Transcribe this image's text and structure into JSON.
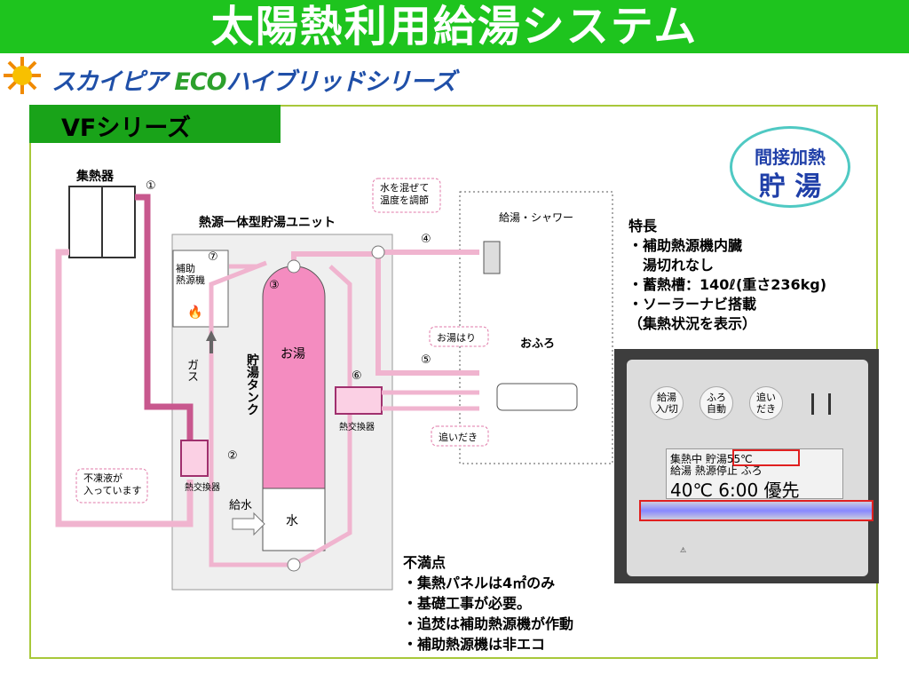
{
  "header": {
    "title": "太陽熱利用給湯システム",
    "logo_brand": "スカイピア",
    "logo_eco": "ECO",
    "logo_series": "ハイブリッドシリーズ"
  },
  "section": {
    "label": "VFシリーズ"
  },
  "badge": {
    "line1": "間接加熱",
    "line2": "貯 湯"
  },
  "diagram": {
    "collector": "集熱器",
    "unit": "熱源一体型貯湯ユニット",
    "aux": "補助\n熱源機",
    "gas": "ガス",
    "tank": "貯湯タンク",
    "hot": "お湯",
    "water": "水",
    "supply": "給水",
    "hx1": "熱交換器",
    "hx2": "熱交換器",
    "antifreeze": "不凍液が\n入っています",
    "mix": "水を混ぜて\n温度を調節",
    "shower": "給湯・シャワー",
    "bath": "おふろ",
    "fill": "お湯はり",
    "reheat": "追いだき",
    "n1": "①",
    "n2": "②",
    "n3": "③",
    "n4": "④",
    "n5": "⑤",
    "n6": "⑥",
    "n7": "⑦"
  },
  "features": {
    "title": "特長",
    "items": [
      "・補助熱源機内臓",
      "　湯切れなし",
      "・蓄熱槽：140ℓ(重さ236kg)",
      "・ソーラーナビ搭載",
      "（集熱状況を表示）"
    ]
  },
  "panel": {
    "btn1": "給湯\n入/切",
    "btn2": "ふろ\n自動",
    "btn3": "追い\nだき",
    "lcd_row1": "集熱中 貯湯55℃",
    "lcd_row2": "給湯 熱源停止 ふろ",
    "lcd_row3": "40℃ 6:00 優先"
  },
  "cons": {
    "title": "不満点",
    "items": [
      "・集熱パネルは4㎡のみ",
      "・基礎工事が必要。",
      "・追焚は補助熱源機が作動",
      "・補助熱源機は非エコ"
    ]
  },
  "colors": {
    "title_bg": "#1ec41e",
    "tab_bg": "#19a319",
    "pipe_dark": "#c8588e",
    "pipe_light": "#f0b4cf",
    "tank_pink": "#f48cc0"
  }
}
